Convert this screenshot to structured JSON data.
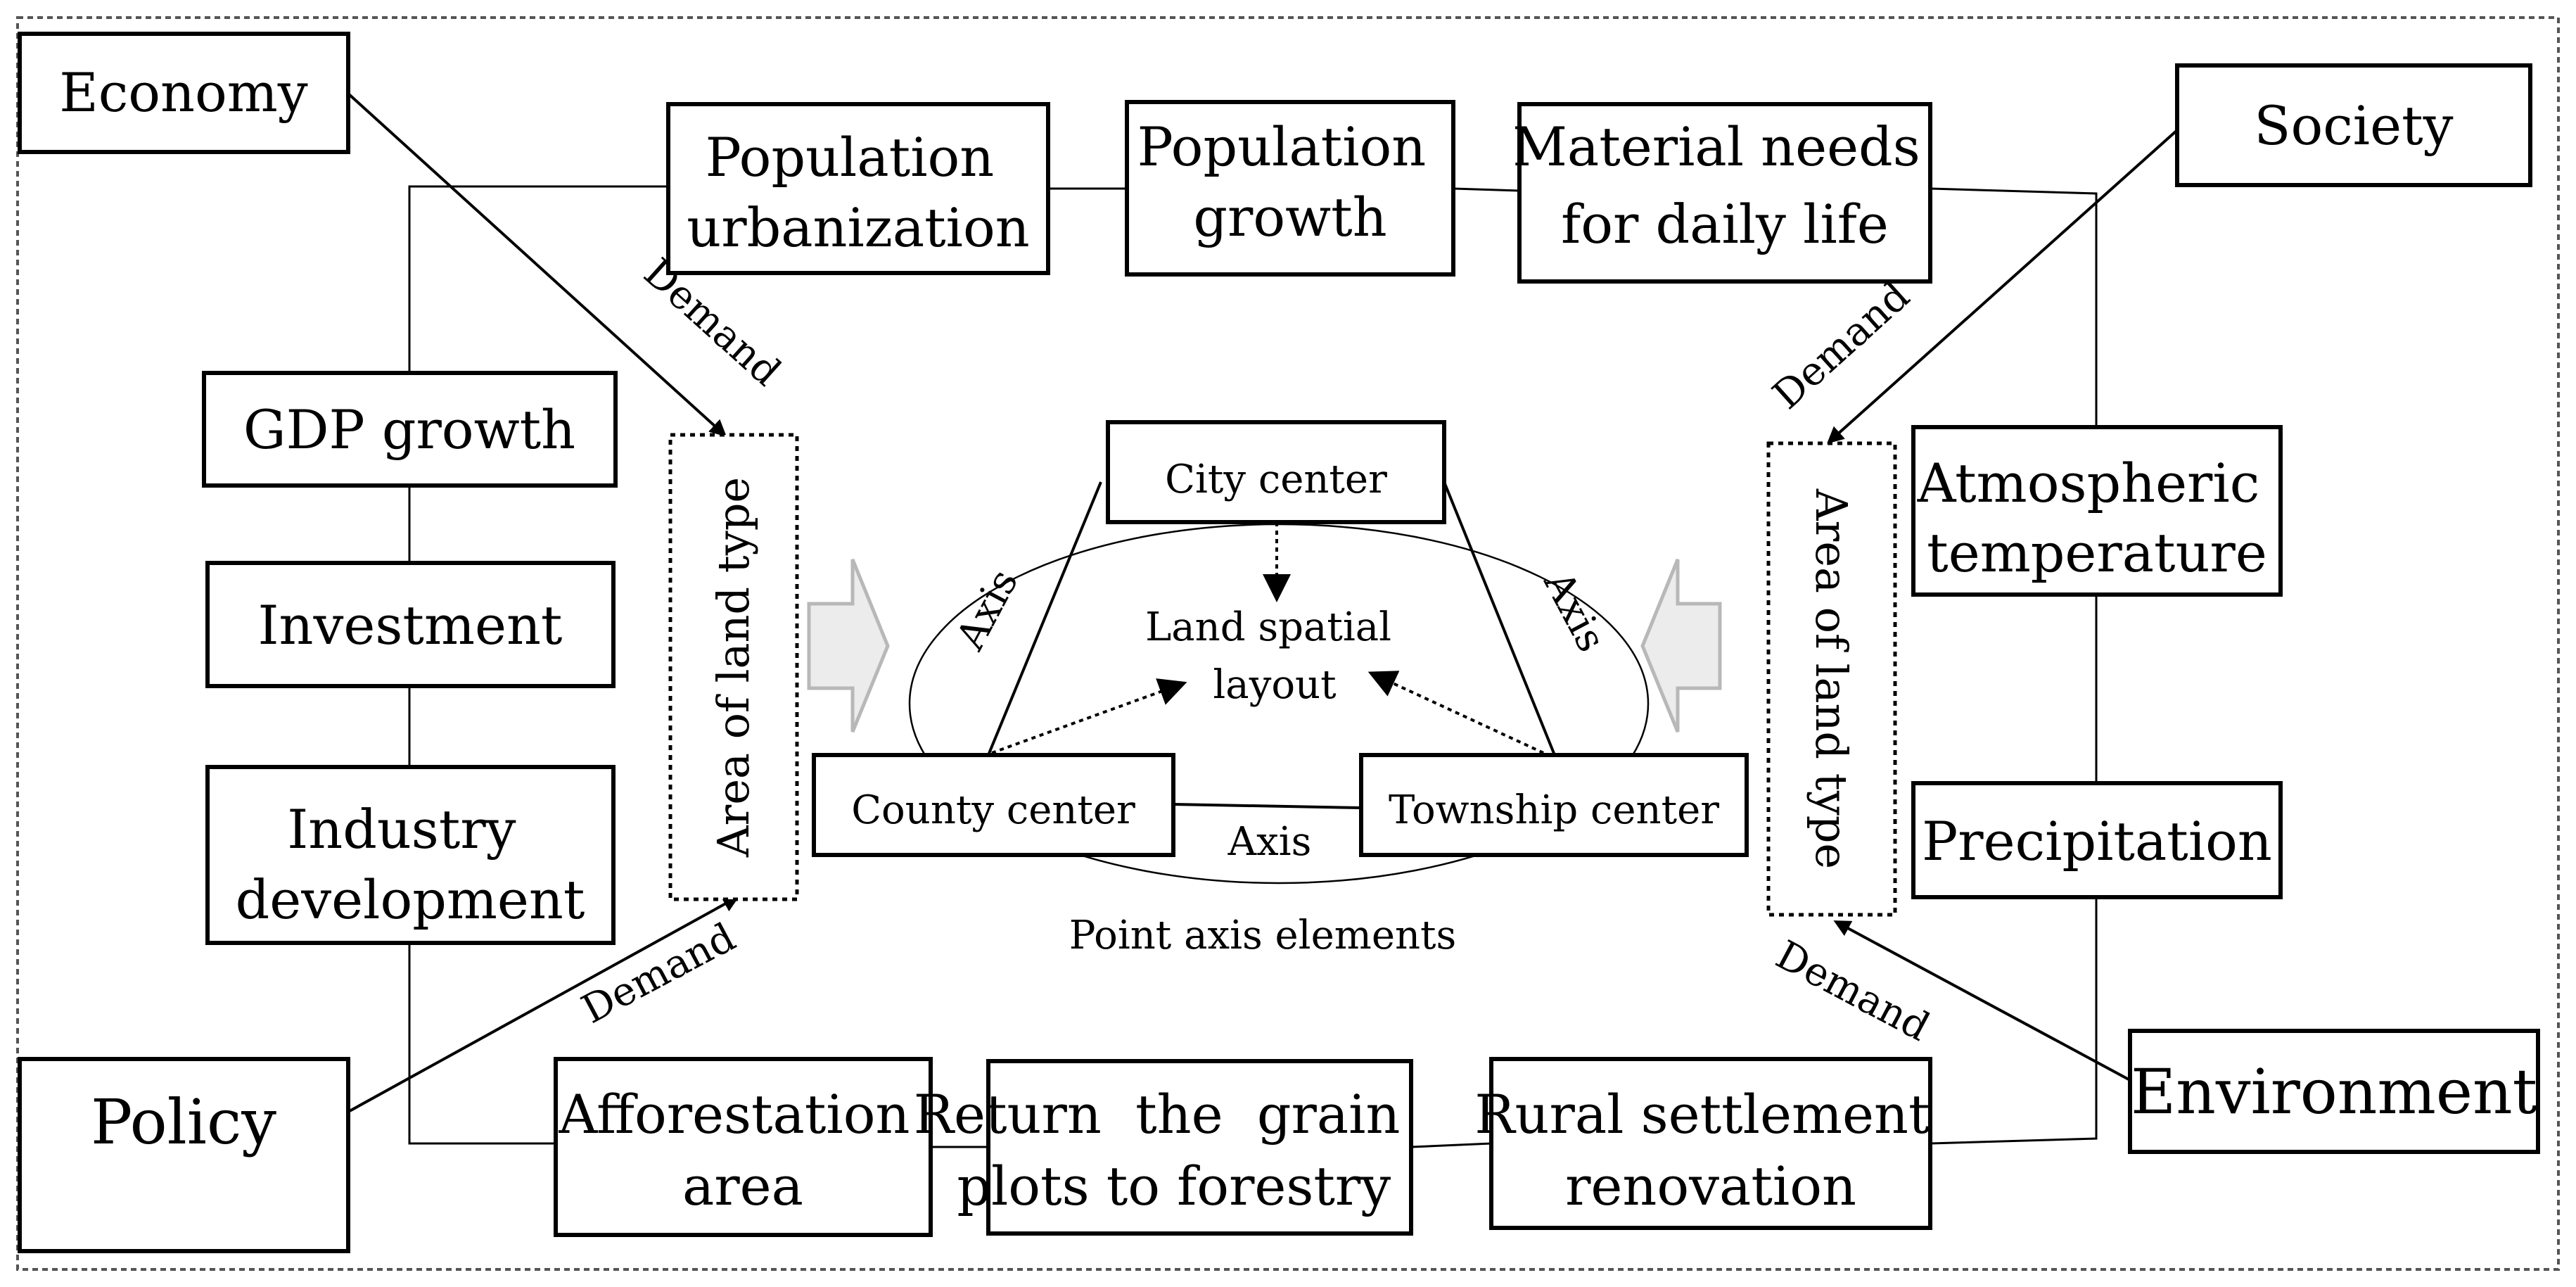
{
  "drivers": {
    "economy": "Economy",
    "society": "Society",
    "policy": "Policy",
    "environment": "Environment"
  },
  "top_row": {
    "pop_urbanization": [
      "Population",
      "urbanization"
    ],
    "pop_growth": [
      "Population",
      "growth"
    ],
    "material_needs": [
      "Material needs",
      "for daily life"
    ]
  },
  "left_column": {
    "gdp_growth": "GDP growth",
    "investment": "Investment",
    "industry_dev": [
      "Industry",
      "development"
    ]
  },
  "right_column": {
    "atmospheric_temp": [
      "Atmospheric",
      "temperature"
    ],
    "precipitation": "Precipitation"
  },
  "bottom_row": {
    "afforestation": [
      "Afforestation",
      "area"
    ],
    "return_grain": [
      "Return  the  grain",
      "plots to forestry"
    ],
    "rural_settlement": [
      "Rural settlement",
      "renovation"
    ]
  },
  "land_type_label": "Area of land type",
  "demand_label": "Demand",
  "center": {
    "city_center": "City center",
    "county_center": "County center",
    "township_center": "Township center",
    "layout": [
      "Land spatial",
      "layout"
    ],
    "axis_label": "Axis",
    "caption": "Point axis elements"
  }
}
